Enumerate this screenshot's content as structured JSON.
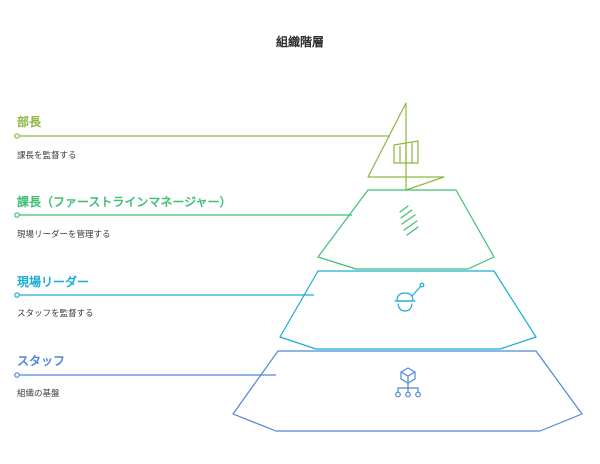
{
  "title": "組織階層",
  "levels": [
    {
      "title": "部長",
      "description": "課長を監督する",
      "color": "#8db743",
      "icon": "building-icon"
    },
    {
      "title": "課長（ファーストラインマネージャー）",
      "description": "現場リーダーを管理する",
      "color": "#3fbf73",
      "icon": "document-stack-icon"
    },
    {
      "title": "現場リーダー",
      "description": "スタッフを監督する",
      "color": "#1aaed4",
      "icon": "engineer-icon"
    },
    {
      "title": "スタッフ",
      "description": "組織の基盤",
      "color": "#4f86d9",
      "icon": "hierarchy-cube-icon"
    }
  ]
}
